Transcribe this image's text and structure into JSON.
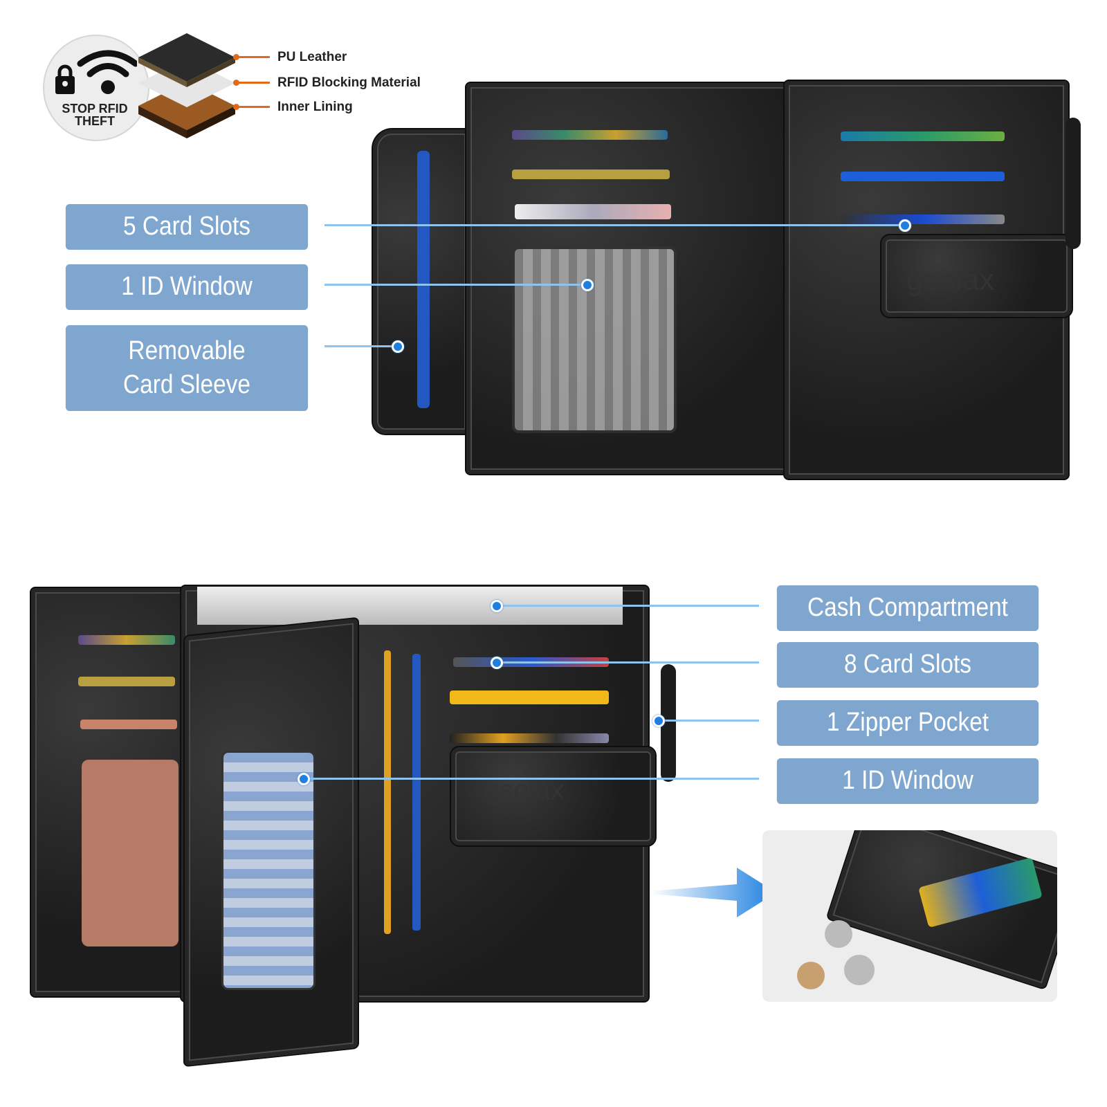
{
  "rfid_badge": {
    "title_line1": "STOP RFID",
    "title_line2": "THEFT",
    "icon": "wifi-lock-icon"
  },
  "layers": [
    {
      "label": "PU Leather"
    },
    {
      "label": "RFID Blocking Material"
    },
    {
      "label": "Inner Lining"
    }
  ],
  "top_callouts": [
    {
      "label": "5 Card Slots"
    },
    {
      "label": "1 ID Window"
    },
    {
      "label": "Removable Card Sleeve"
    }
  ],
  "bottom_callouts": [
    {
      "label": "Cash Compartment"
    },
    {
      "label": "8 Card Slots"
    },
    {
      "label": "1 Zipper Pocket"
    },
    {
      "label": "1 ID Window"
    }
  ],
  "brand": "gsolax",
  "colors": {
    "label_bg": "#7fa6cf",
    "line": "#8ec3ee",
    "dot": "#1e7fe0",
    "accent_orange": "#e06a1a",
    "leather": "#1c1c1c"
  }
}
